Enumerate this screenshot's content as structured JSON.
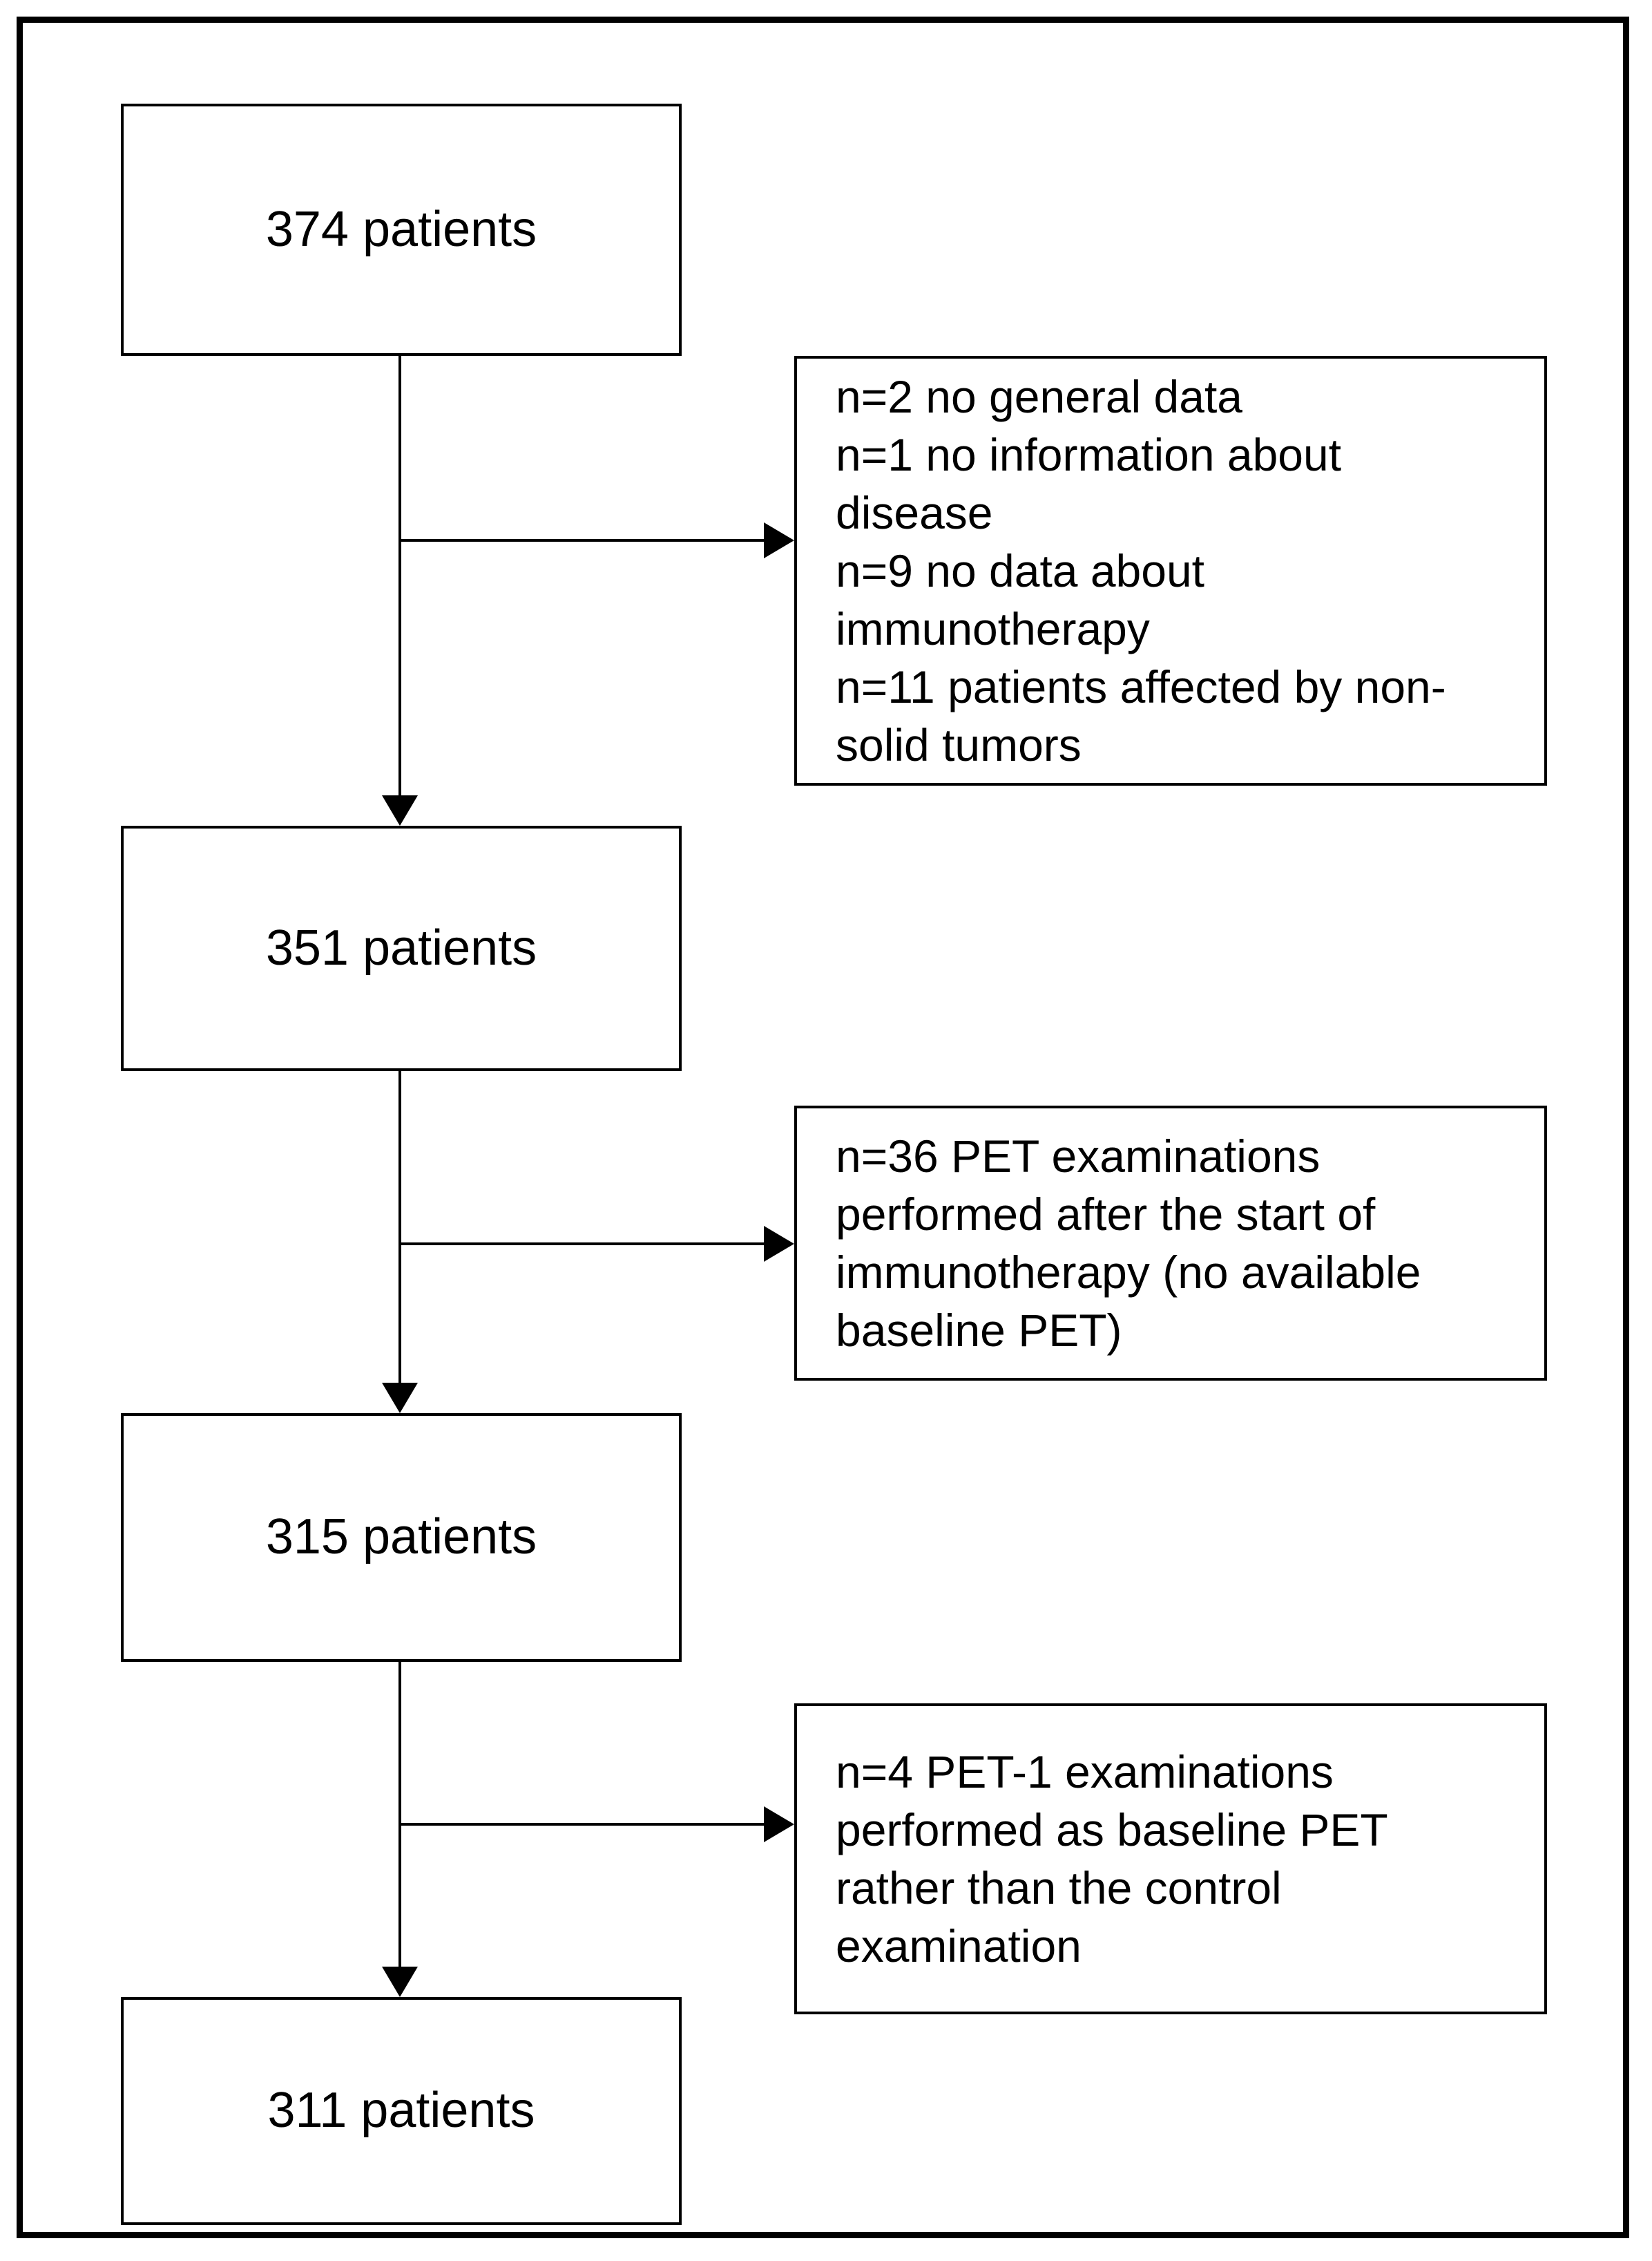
{
  "figure": {
    "type": "patient-flow-diagram",
    "main_boxes": [
      {
        "label": "374 patients"
      },
      {
        "label": "351 patients"
      },
      {
        "label": "315 patients"
      },
      {
        "label": "311 patients"
      }
    ],
    "exclusion_boxes": [
      {
        "text": "n=2 no general data\nn=1 no information about\ndisease\nn=9 no data about\nimmunotherapy\nn=11 patients affected by non-\nsolid tumors"
      },
      {
        "text": "n=36 PET examinations\nperformed after the start of\nimmunotherapy (no available\nbaseline PET)"
      },
      {
        "text": "n=4 PET-1 examinations\nperformed as baseline PET\nrather than the control\nexamination"
      }
    ],
    "colors": {
      "stroke": "#000000",
      "background": "#ffffff"
    }
  }
}
